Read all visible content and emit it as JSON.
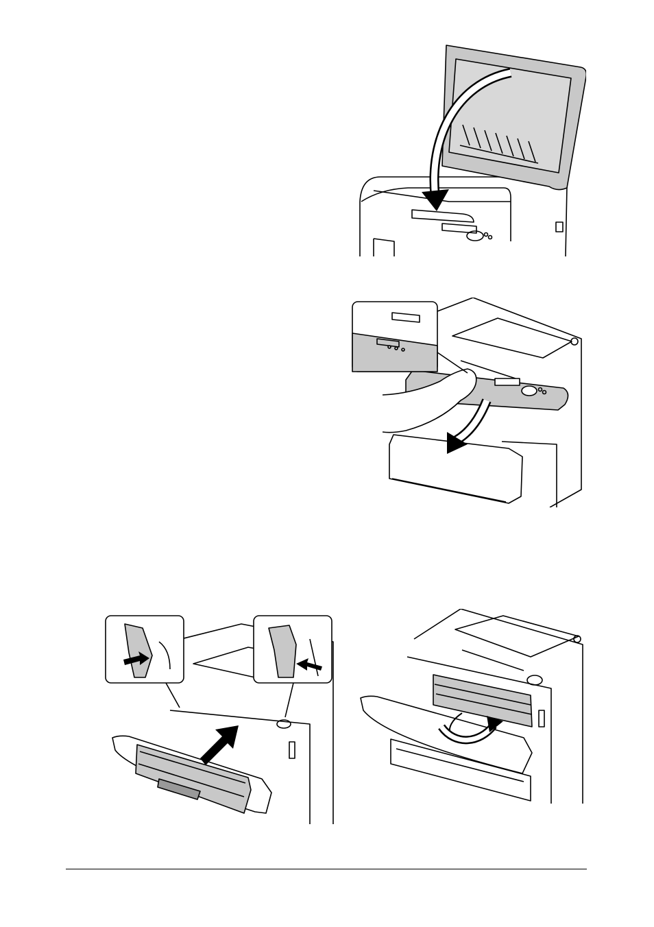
{
  "page": {
    "background": "#ffffff",
    "line_color": "#000000",
    "shade_color": "#c8c8c8",
    "arrow_color": "#000000"
  },
  "figures": [
    {
      "id": "close-top-cover",
      "icon": "printer-top-cover-closing-illustration"
    },
    {
      "id": "open-front-cover",
      "icon": "printer-front-cover-opening-illustration"
    },
    {
      "id": "insert-toner-cartridge",
      "icon": "toner-cartridge-insert-illustration"
    },
    {
      "id": "cartridge-rotating",
      "icon": "cartridge-carousel-rotation-illustration"
    }
  ]
}
